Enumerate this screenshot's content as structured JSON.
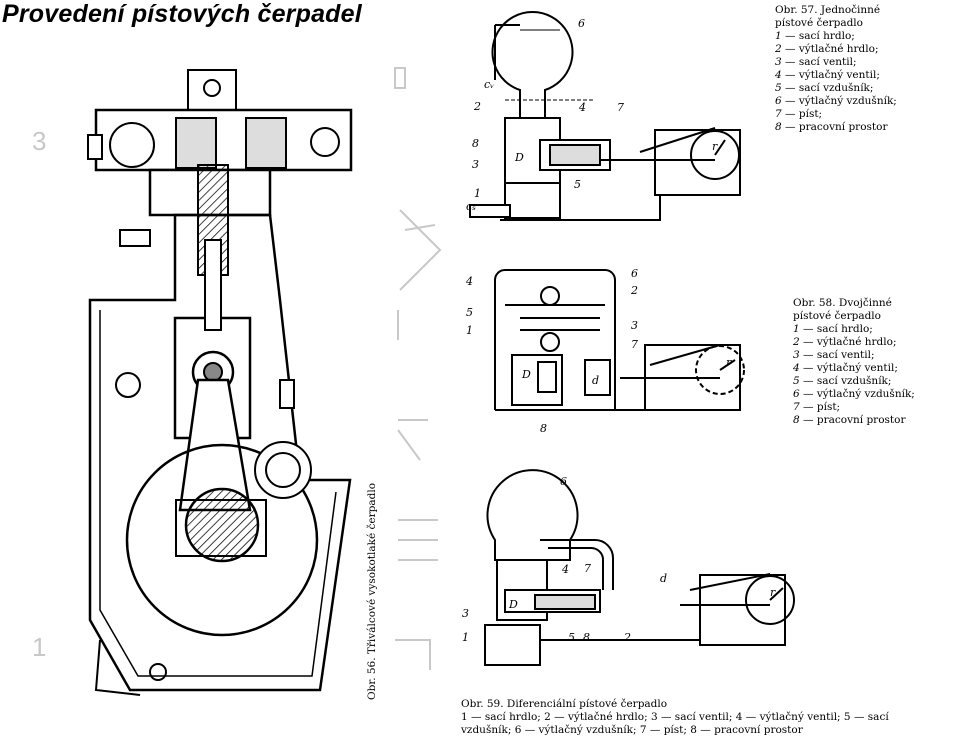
{
  "title": "Provedení pístových čerpadel",
  "side_numbers": [
    "3",
    "1"
  ],
  "fig56": {
    "caption": "Obr. 56. Třiválcové vysokotlaké čerpadlo"
  },
  "fig57": {
    "caption_head": "Obr. 57. Jednočinné",
    "caption_head2": "pístové čerpadlo",
    "legend": [
      {
        "n": "1",
        "t": "— sací hrdlo;"
      },
      {
        "n": "2",
        "t": "— výtlačné hrdlo;"
      },
      {
        "n": "3",
        "t": "— sací ventil;"
      },
      {
        "n": "4",
        "t": "— výtlačný ventil;"
      },
      {
        "n": "5",
        "t": "— sací vzdušník;"
      },
      {
        "n": "6",
        "t": "— výtlačný vzdušník;"
      },
      {
        "n": "7",
        "t": "— píst;"
      },
      {
        "n": "8",
        "t": "— pracovní prostor"
      }
    ],
    "labels": {
      "l1": "1",
      "l2": "2",
      "l3": "3",
      "l4": "4",
      "l5": "5",
      "l6": "6",
      "l7": "7",
      "l8": "8",
      "cv": "cᵥ",
      "cs": "cₛ",
      "d": "D",
      "r": "r"
    }
  },
  "fig58": {
    "caption_head": "Obr. 58. Dvojčinné",
    "caption_head2": "pístové čerpadlo",
    "legend": [
      {
        "n": "1",
        "t": "— sací hrdlo;"
      },
      {
        "n": "2",
        "t": "— výtlačné hrdlo;"
      },
      {
        "n": "3",
        "t": "— sací ventil;"
      },
      {
        "n": "4",
        "t": "— výtlačný ventil;"
      },
      {
        "n": "5",
        "t": "— sací vzdušník;"
      },
      {
        "n": "6",
        "t": "— výtlačný vzdušník;"
      },
      {
        "n": "7",
        "t": "— píst;"
      },
      {
        "n": "8",
        "t": "— pracovní prostor"
      }
    ],
    "labels": {
      "l1": "1",
      "l2": "2",
      "l3": "3",
      "l4": "4",
      "l5": "5",
      "l6": "6",
      "l7": "7",
      "l8": "8",
      "d": "D",
      "d2": "d",
      "r": "r"
    }
  },
  "fig59": {
    "caption_head": "Obr. 59. Diferenciální pístové čerpadlo",
    "line1": "1 — sací hrdlo; 2 — výtlačné hrdlo; 3 — sací ventil; 4 — výtlačný ventil; 5 — sací",
    "line2": "vzdušník; 6 — výtlačný vzdušník; 7 — píst; 8 — pracovní prostor",
    "labels": {
      "l1": "1",
      "l2": "2",
      "l3": "3",
      "l4": "4",
      "l5": "5",
      "l6": "6",
      "l7": "7",
      "l8": "8",
      "d": "D",
      "d2": "d",
      "r": "r"
    }
  }
}
